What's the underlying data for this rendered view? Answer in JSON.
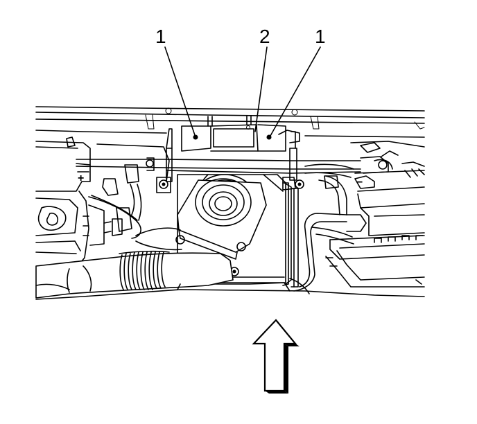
{
  "figure": {
    "callouts": [
      {
        "id": "callout-1-left",
        "label": "1"
      },
      {
        "id": "callout-2",
        "label": "2"
      },
      {
        "id": "callout-1-right",
        "label": "1"
      }
    ],
    "battery_terminals": {
      "left_positive": "+",
      "right_negative": "−"
    },
    "direction_indicator": "front-of-vehicle-arrow-up"
  }
}
